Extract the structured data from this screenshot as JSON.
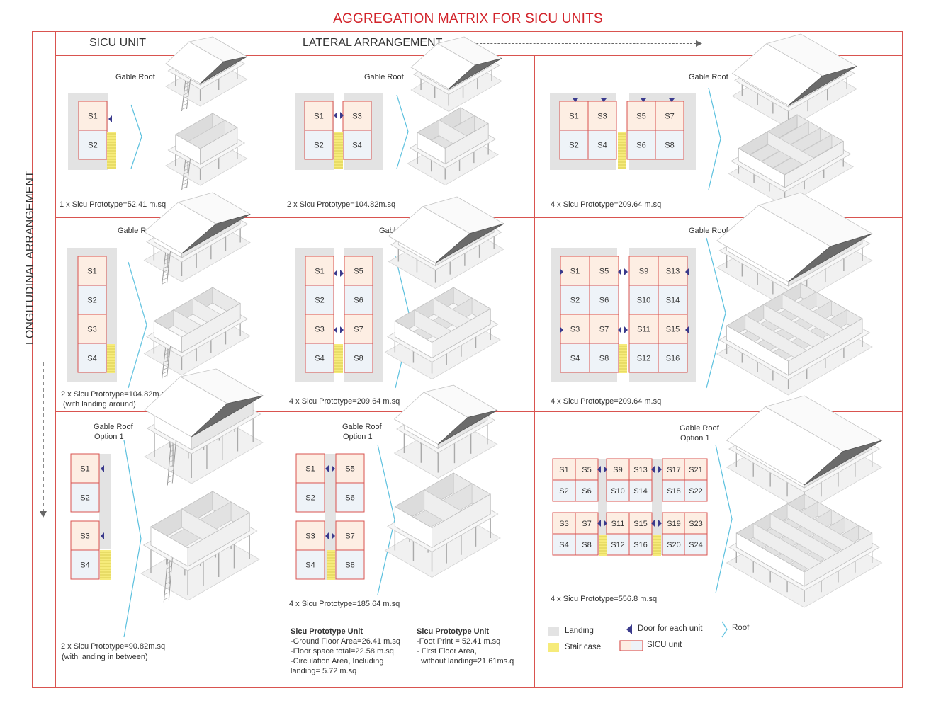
{
  "title": "AGGREGATION MATRIX FOR SICU UNITS",
  "headers": {
    "sicu_unit": "SICU UNIT",
    "lateral": "LATERAL ARRANGEMENT",
    "longitudinal": "LONGITUDINAL ARRANGEMENT"
  },
  "cells": [
    {
      "roof": "Gable Roof",
      "caption": "1 x Sicu Prototype=52.41 m.sq"
    },
    {
      "roof": "Gable Roof",
      "caption": "2 x Sicu Prototype=104.82m.sq"
    },
    {
      "roof": "Gable Roof",
      "caption": "4 x Sicu Prototype=209.64 m.sq"
    },
    {
      "roof": "Gable Roof",
      "caption": "2 x Sicu Prototype=104.82m.sq",
      "caption2": "(with landing around)"
    },
    {
      "roof": "Gable Roof",
      "caption": "4 x Sicu Prototype=209.64 m.sq"
    },
    {
      "roof": "Gable Roof",
      "caption": "4 x Sicu Prototype=209.64 m.sq"
    },
    {
      "roof": "Gable Roof",
      "roof2": "Option 1",
      "caption": "2 x Sicu Prototype=90.82m.sq",
      "caption2": "(with landing in between)"
    },
    {
      "roof": "Gable Roof",
      "roof2": "Option 1",
      "caption": "4 x Sicu Prototype=185.64 m.sq"
    },
    {
      "roof": "Gable Roof",
      "roof2": "Option 1",
      "caption": "4 x Sicu Prototype=556.8 m.sq"
    }
  ],
  "notes": {
    "unit_a": {
      "title": "Sicu Prototype  Unit",
      "lines": [
        "-Ground Floor Area=26.41 m.sq",
        "-Floor space total=22.58 m.sq",
        "-Circulation Area, Including",
        "landing= 5.72 m.sq"
      ]
    },
    "unit_b": {
      "title": "Sicu Prototype  Unit",
      "lines": [
        "-Foot Print = 52.41 m.sq",
        "- First Floor Area,",
        "  without landing=21.61ms.q"
      ]
    }
  },
  "legend": {
    "landing": "Landing",
    "staircase": "Stair case",
    "door": "Door for each unit",
    "sicu": "SICU unit",
    "roof": "Roof"
  },
  "colors": {
    "accent": "#d2232a",
    "grid": "#d9534f",
    "landing": "#e3e3e3",
    "unit_top": "#fdeee3",
    "unit_bottom": "#eef3f8",
    "stair": "#f6eb7a",
    "door": "#3a3a8c",
    "roof_chevron": "#5bc0de"
  },
  "plans": [
    [
      "S1",
      "S2"
    ],
    [
      "S1",
      "S2",
      "S3",
      "S4"
    ],
    [
      "S1",
      "S2",
      "S3",
      "S4",
      "S5",
      "S6",
      "S7",
      "S8"
    ],
    [
      "S1",
      "S2",
      "S3",
      "S4"
    ],
    [
      "S1",
      "S2",
      "S3",
      "S4",
      "S5",
      "S6",
      "S7",
      "S8"
    ],
    [
      "S1",
      "S2",
      "S3",
      "S4",
      "S5",
      "S6",
      "S7",
      "S8",
      "S9",
      "S10",
      "S11",
      "S12",
      "S13",
      "S14",
      "S15",
      "S16"
    ],
    [
      "S1",
      "S2",
      "S3",
      "S4"
    ],
    [
      "S1",
      "S2",
      "S3",
      "S4",
      "S5",
      "S6",
      "S7",
      "S8"
    ],
    [
      "S1",
      "S2",
      "S3",
      "S4",
      "S5",
      "S6",
      "S7",
      "S8",
      "S9",
      "S10",
      "S11",
      "S12",
      "S13",
      "S14",
      "S15",
      "S16",
      "S17",
      "S18",
      "S19",
      "S20",
      "S21",
      "S22",
      "S23",
      "S24"
    ]
  ]
}
